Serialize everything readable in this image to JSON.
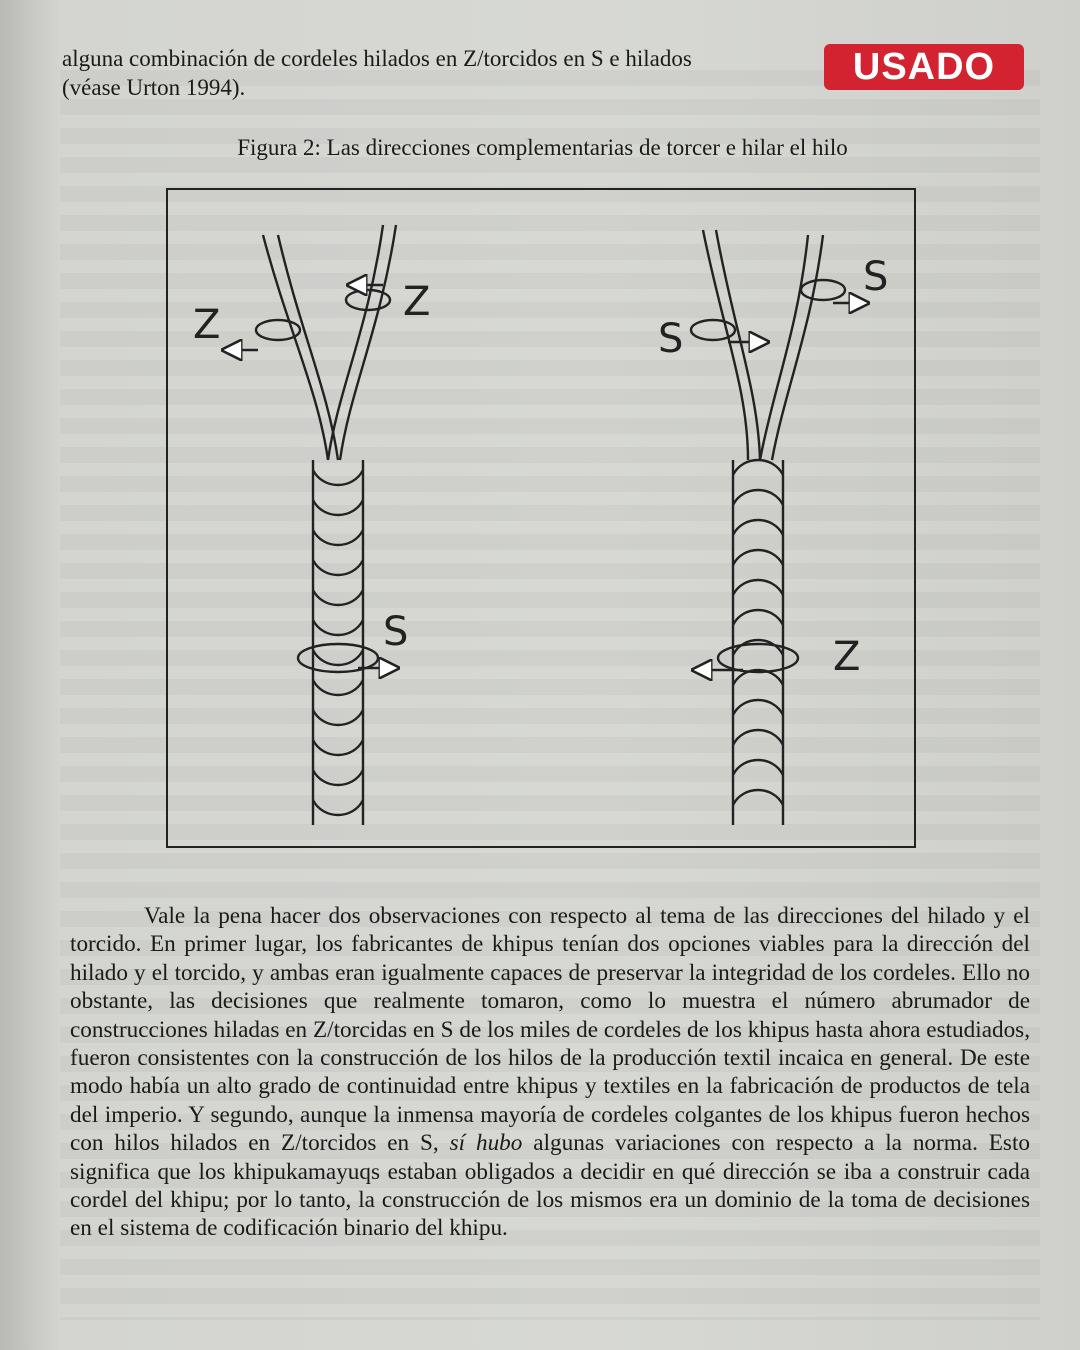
{
  "top_paragraph": {
    "line1": "alguna combinación de cordeles hilados en Z/torcidos en S e hilados",
    "line2": "(véase Urton 1994)."
  },
  "badge": {
    "label": "USADO",
    "color": "#d32230"
  },
  "figure": {
    "caption": "Figura 2: Las direcciones complementarias de torcer e hilar el hilo",
    "left_cord": {
      "top_label": "Z",
      "top_label_outer": "Z",
      "bottom_label": "S"
    },
    "right_cord": {
      "top_label": "S",
      "top_label_outer": "S",
      "bottom_label": "Z"
    }
  },
  "body_paragraph": {
    "part1": "Vale la pena hacer dos observaciones con respecto al tema de las direcciones del hilado y el torcido. En primer lugar, los fabricantes de khipus tenían dos opciones viables para la dirección del hilado y el torcido, y ambas eran igualmente capaces de preservar la integridad de los cordeles. Ello no obstante, las decisiones que realmente tomaron, como lo muestra el número abrumador de construcciones hiladas en Z/torcidas en S de los miles de cordeles de los khipus hasta ahora estudiados, fueron consistentes con la construcción de los hilos de la producción textil incaica en general. De este modo había un alto grado de continuidad entre khipus y textiles en la fabricación de productos de tela del imperio. Y segundo, aunque la inmensa mayoría de cordeles colgantes de los khipus fueron hechos con hilos hilados en Z/torcidos en S, ",
    "emphasis": "sí hubo",
    "part2": " algunas variaciones con respecto a la norma. Esto significa que los khipukamayuqs estaban obligados a decidir en qué dirección se iba a construir cada cordel del khipu; por lo tanto, la construcción de los mismos era un dominio de la toma de decisiones en el sistema de codificación binario del khipu."
  }
}
